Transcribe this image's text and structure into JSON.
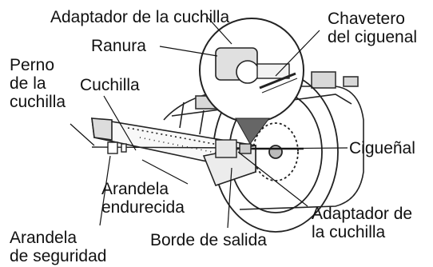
{
  "labels": {
    "adaptador_top": "Adaptador de la cuchilla",
    "ranura": "Ranura",
    "chavetero": [
      "Chavetero",
      "del ciguenal"
    ],
    "perno": [
      "Perno",
      "de la",
      "cuchilla"
    ],
    "cuchilla": "Cuchilla",
    "cigueñal": "Cigueñal",
    "arandela_endurecida": [
      "Arandela",
      "endurecida"
    ],
    "adaptador_bottom": [
      "Adaptador de",
      "la cuchilla"
    ],
    "arandela_seguridad": [
      "Arandela",
      "de seguridad"
    ],
    "borde_salida": "Borde de salida"
  }
}
